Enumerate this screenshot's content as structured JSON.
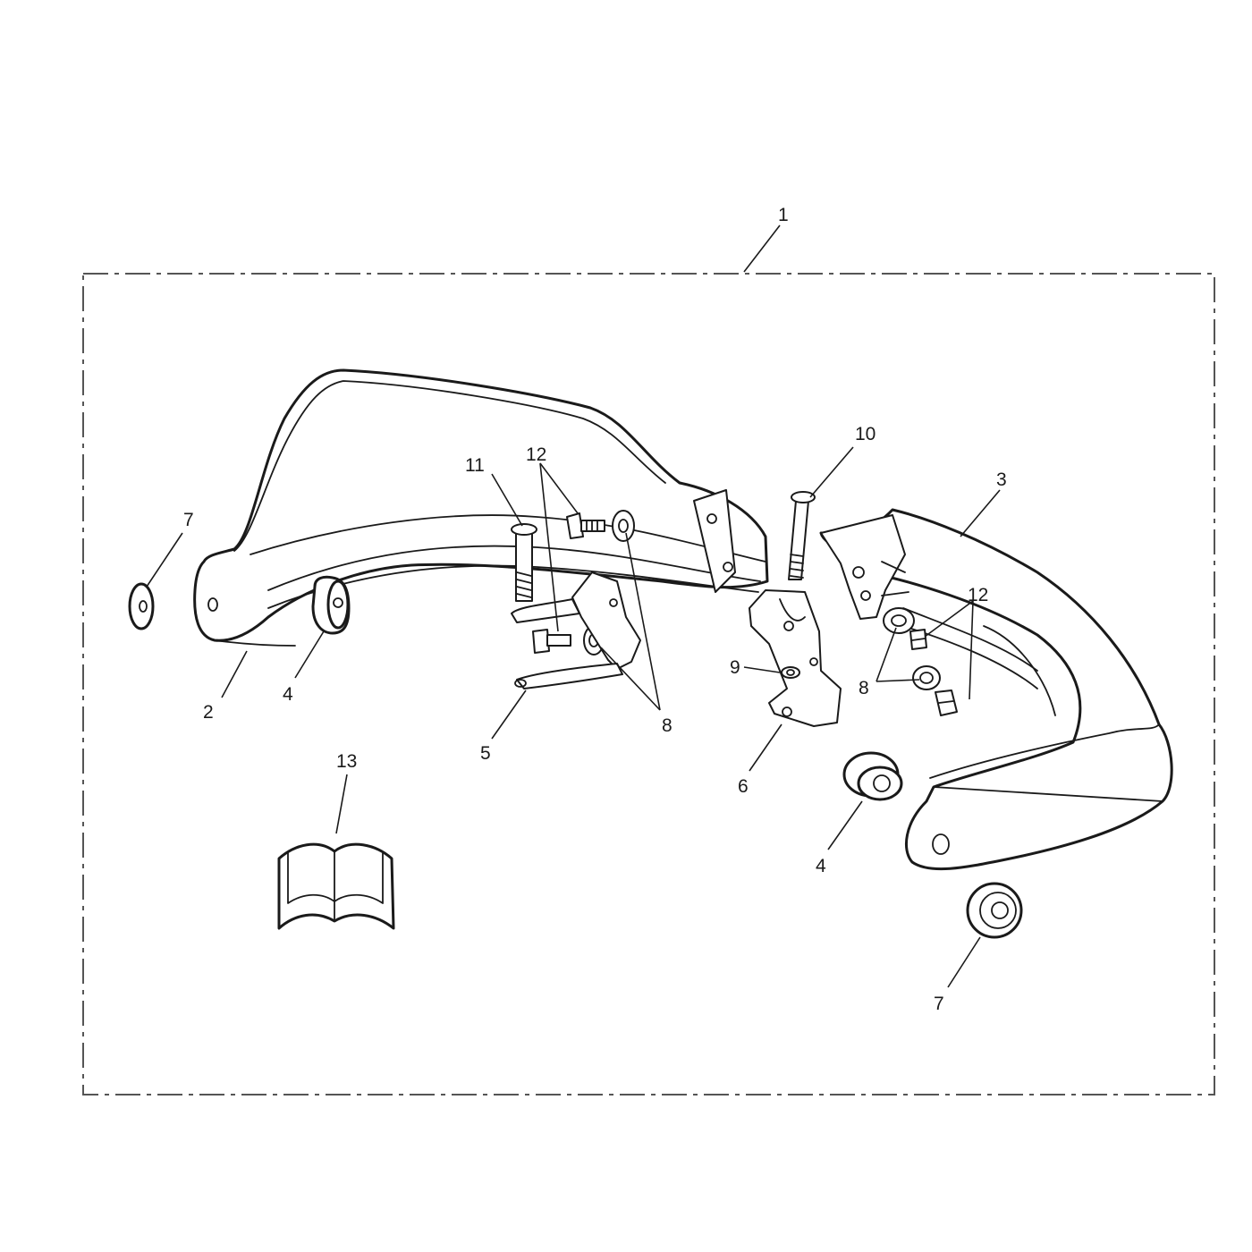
{
  "callouts": {
    "c1": "1",
    "c2": "2",
    "c3": "3",
    "c4a": "4",
    "c4b": "4",
    "c5": "5",
    "c6": "6",
    "c7a": "7",
    "c7b": "7",
    "c8a": "8",
    "c8b": "8",
    "c9": "9",
    "c10": "10",
    "c11": "11",
    "c12a": "12",
    "c12b": "12",
    "c13": "13"
  }
}
